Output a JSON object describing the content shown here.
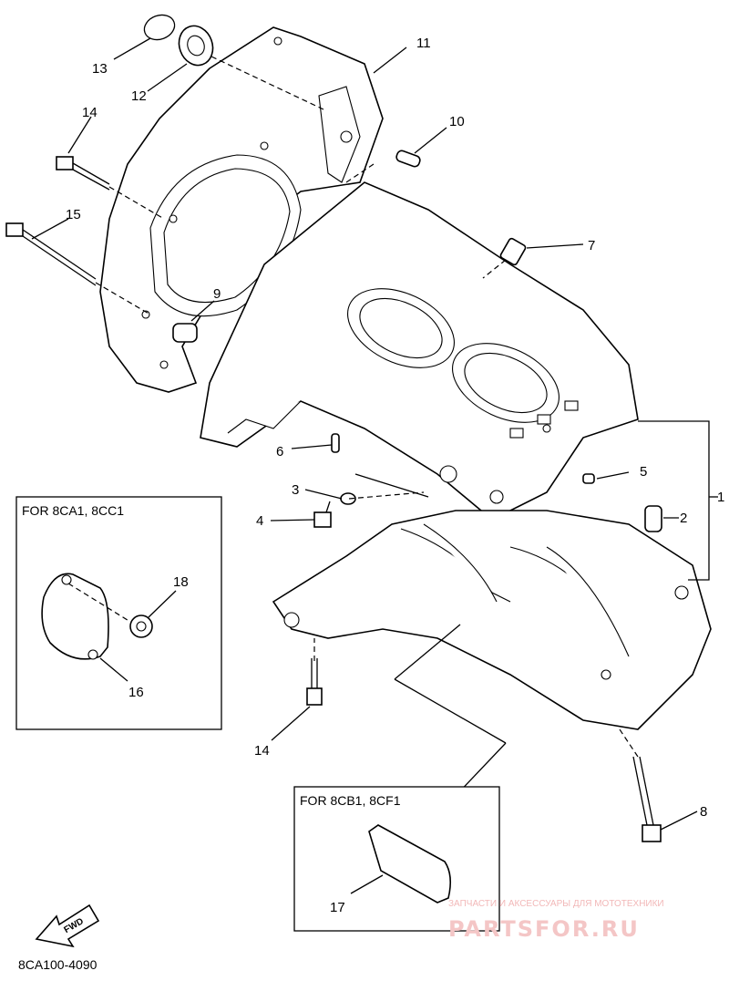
{
  "diagram": {
    "callouts": [
      "1",
      "2",
      "3",
      "4",
      "5",
      "6",
      "7",
      "8",
      "9",
      "10",
      "11",
      "12",
      "13",
      "14",
      "15",
      "14",
      "16",
      "17",
      "18"
    ],
    "inset_boxes": [
      {
        "label": "FOR 8CA1, 8CC1"
      },
      {
        "label": "FOR 8CB1, 8CF1"
      }
    ],
    "fwd_label": "FWD",
    "diagram_code": "8CA100-4090",
    "watermark": {
      "tagline": "ЗАПЧАСТИ И АКСЕССУАРЫ ДЛЯ МОТОТЕХНИКИ",
      "brand": "PARTSFOR.RU"
    }
  }
}
